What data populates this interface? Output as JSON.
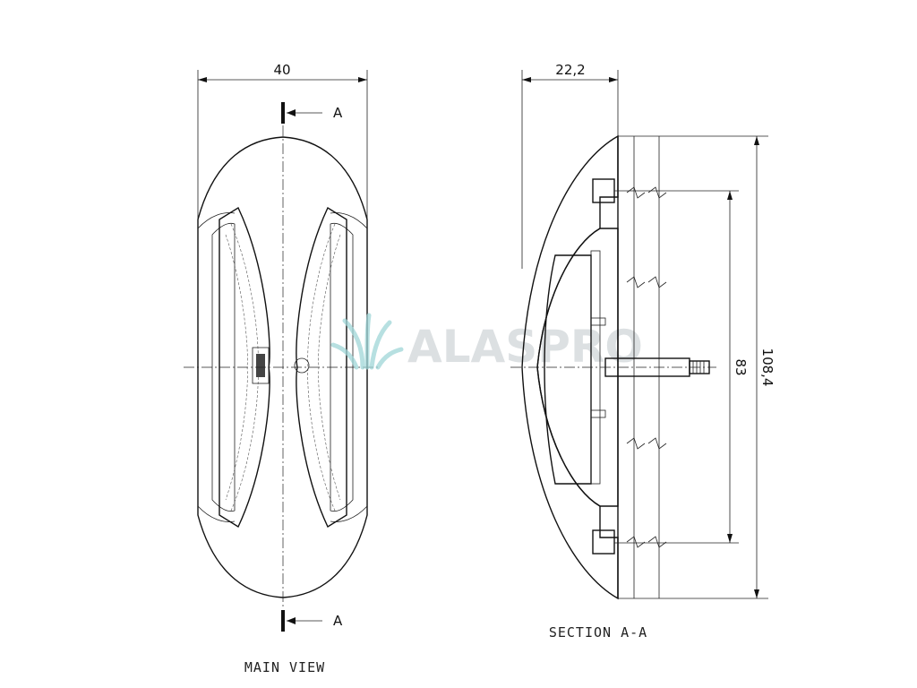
{
  "main_view": {
    "label": "MAIN VIEW",
    "width_dim": "40",
    "section_mark_top": "A",
    "section_mark_bottom": "A"
  },
  "section_view": {
    "label": "SECTION A-A",
    "depth_dim": "22,2",
    "inner_height_dim": "83",
    "overall_height_dim": "108,4"
  },
  "watermark": {
    "text": "ALASPRO",
    "color": "#c9cfd3",
    "accent": "#9fd6d8"
  }
}
